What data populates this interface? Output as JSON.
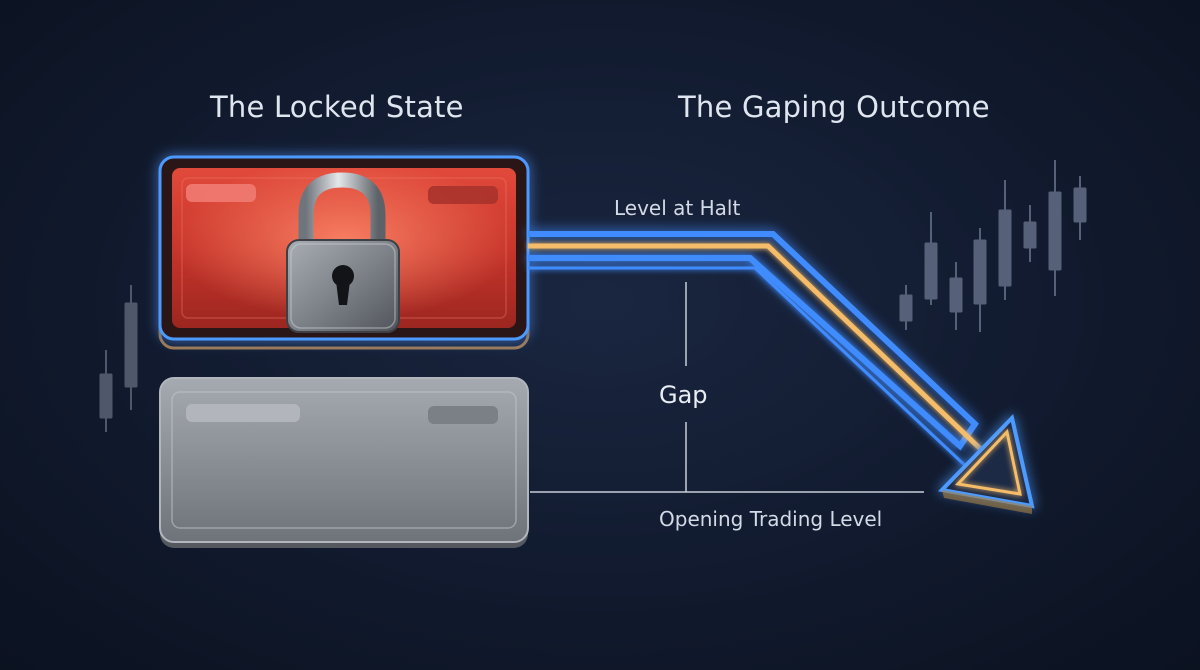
{
  "titles": {
    "left": "The Locked State",
    "right": "The Gaping Outcome"
  },
  "labels": {
    "level_at_halt": "Level at Halt",
    "gap": "Gap",
    "opening_level": "Opening Trading Level"
  },
  "icons": {
    "lock": "padlock-icon",
    "arrow": "down-right-arrow"
  },
  "colors": {
    "background": "#111a2e",
    "locked_panel": "#d2372f",
    "neutral_panel": "#8a8f96",
    "glow_blue": "#3f8cff",
    "glow_amber": "#f2b764",
    "candles": "#5a6478"
  }
}
